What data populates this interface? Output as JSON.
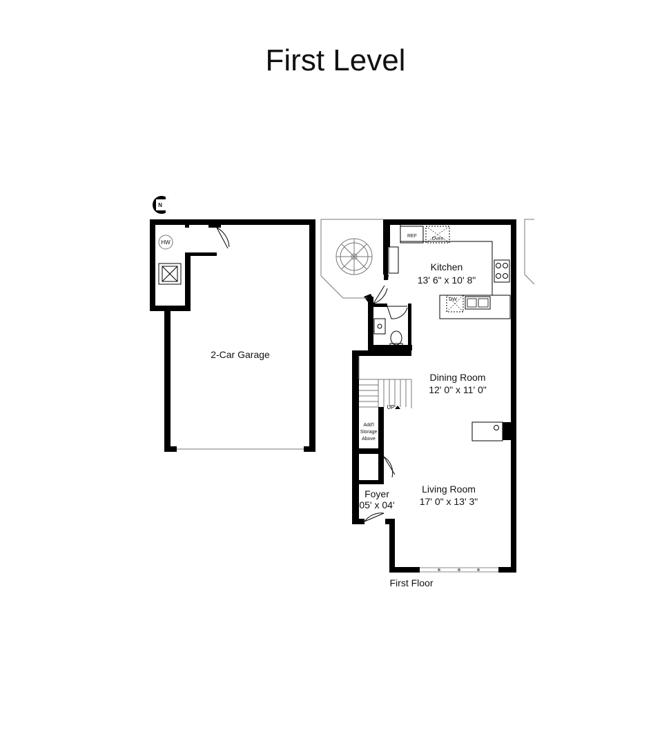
{
  "title": "First Level",
  "compass": {
    "label": "N",
    "icon": "north-arrow-icon"
  },
  "rooms": {
    "garage": {
      "name": "2-Car Garage"
    },
    "kitchen": {
      "name": "Kitchen",
      "size": "13' 6\" x 10' 8\""
    },
    "dining": {
      "name": "Dining Room",
      "size": "12' 0\" x 11' 0\""
    },
    "living": {
      "name": "Living Room",
      "size": "17' 0\" x 13' 3\""
    },
    "foyer": {
      "name": "Foyer",
      "size": "05' x 04'"
    },
    "storage": {
      "line1": "Add'l",
      "line2": "Storage",
      "line3": "Above"
    }
  },
  "fixtures": {
    "water_heater": "HW",
    "refrigerator": "REF",
    "oven": "Oven",
    "dishwasher": "DW",
    "stairs_up": "UP"
  },
  "floor_label": "First Floor"
}
